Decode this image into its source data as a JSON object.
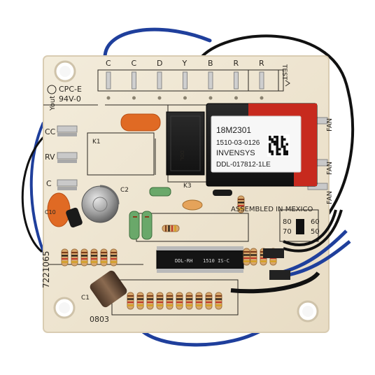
{
  "scene": {
    "description_colors": {
      "board": "#efe6d3",
      "board_edge": "#d9ccb2",
      "silkscreen": "#2a2620",
      "wire_blue": "#1f3f9c",
      "wire_black": "#111111",
      "relay_black": "#1b1b1b",
      "relay_red": "#c72a1e",
      "capacitor_orange": "#e06a24"
    }
  },
  "board": {
    "terminals_top": [
      "C",
      "C",
      "D",
      "Y",
      "B",
      "R",
      "R"
    ],
    "test_label": "TEST",
    "cert_lines": [
      "CPC-E",
      "94V-0"
    ],
    "side_labels": [
      "Yout",
      "CC",
      "RV",
      "C"
    ],
    "fan_labels": [
      "FAN",
      "FAN",
      "FAN"
    ],
    "assembled": "ASSEMBLED IN MEXICO",
    "part_number": "7221065",
    "date_code": "0803",
    "jumper_labels": [
      "80",
      "70",
      "60",
      "50"
    ],
    "ic_text": "1510 IS-C",
    "ic_text2": "DDL-RH",
    "k1": "K1",
    "k3": "K3",
    "c2": "C2",
    "c1": "C1",
    "c10": "C10"
  },
  "relay_label": {
    "line1": "18M2301",
    "line2": "1510-03-0126",
    "line3": "INVENSYS",
    "line4": "DDL-017812-1LE"
  }
}
